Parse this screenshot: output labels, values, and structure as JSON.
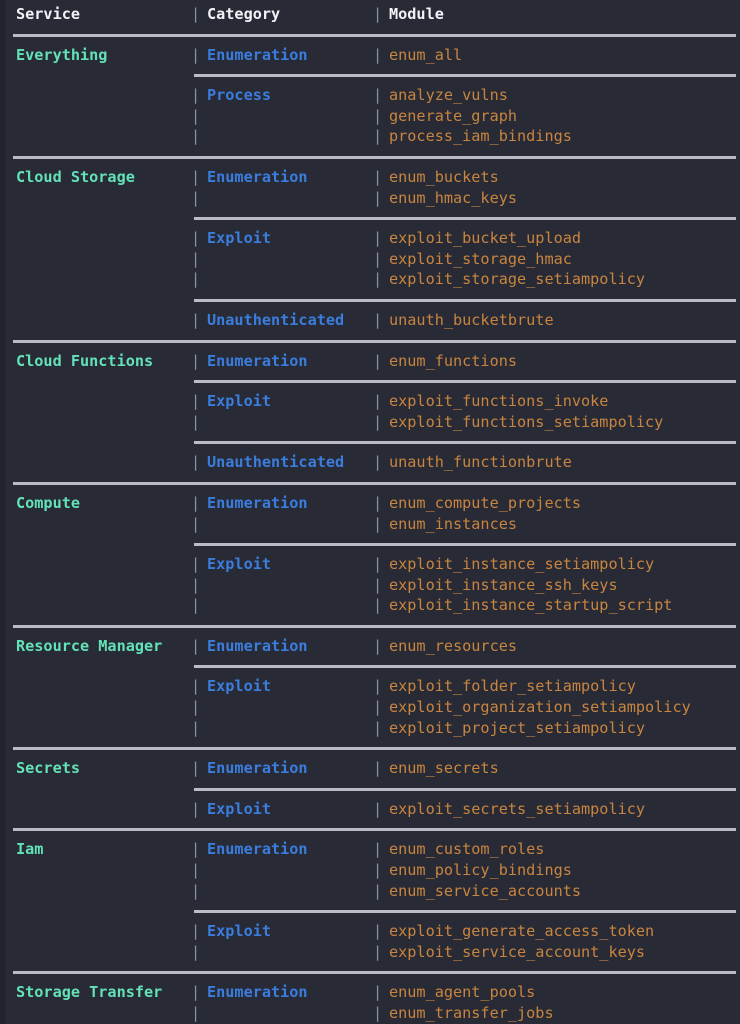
{
  "table": {
    "columns": [
      "Service",
      "Category",
      "Module"
    ],
    "column_separator_glyph": "|",
    "colors": {
      "background": "#282a36",
      "service": "#63e2b7",
      "category": "#3b7ddd",
      "module": "#c8853f",
      "header": "#f2f3f7",
      "separator": "#b9bcc7",
      "pipe": "#8b8fa3"
    },
    "services": [
      {
        "name": "Everything",
        "groups": [
          {
            "category": "Enumeration",
            "modules": [
              "enum_all"
            ]
          },
          {
            "category": "Process",
            "modules": [
              "analyze_vulns",
              "generate_graph",
              "process_iam_bindings"
            ]
          }
        ]
      },
      {
        "name": "Cloud Storage",
        "groups": [
          {
            "category": "Enumeration",
            "modules": [
              "enum_buckets",
              "enum_hmac_keys"
            ]
          },
          {
            "category": "Exploit",
            "modules": [
              "exploit_bucket_upload",
              "exploit_storage_hmac",
              "exploit_storage_setiampolicy"
            ]
          },
          {
            "category": "Unauthenticated",
            "modules": [
              "unauth_bucketbrute"
            ]
          }
        ]
      },
      {
        "name": "Cloud Functions",
        "groups": [
          {
            "category": "Enumeration",
            "modules": [
              "enum_functions"
            ]
          },
          {
            "category": "Exploit",
            "modules": [
              "exploit_functions_invoke",
              "exploit_functions_setiampolicy"
            ]
          },
          {
            "category": "Unauthenticated",
            "modules": [
              "unauth_functionbrute"
            ]
          }
        ]
      },
      {
        "name": "Compute",
        "groups": [
          {
            "category": "Enumeration",
            "modules": [
              "enum_compute_projects",
              "enum_instances"
            ]
          },
          {
            "category": "Exploit",
            "modules": [
              "exploit_instance_setiampolicy",
              "exploit_instance_ssh_keys",
              "exploit_instance_startup_script"
            ]
          }
        ]
      },
      {
        "name": "Resource Manager",
        "groups": [
          {
            "category": "Enumeration",
            "modules": [
              "enum_resources"
            ]
          },
          {
            "category": "Exploit",
            "modules": [
              "exploit_folder_setiampolicy",
              "exploit_organization_setiampolicy",
              "exploit_project_setiampolicy"
            ]
          }
        ]
      },
      {
        "name": "Secrets",
        "groups": [
          {
            "category": "Enumeration",
            "modules": [
              "enum_secrets"
            ]
          },
          {
            "category": "Exploit",
            "modules": [
              "exploit_secrets_setiampolicy"
            ]
          }
        ]
      },
      {
        "name": "Iam",
        "groups": [
          {
            "category": "Enumeration",
            "modules": [
              "enum_custom_roles",
              "enum_policy_bindings",
              "enum_service_accounts"
            ]
          },
          {
            "category": "Exploit",
            "modules": [
              "exploit_generate_access_token",
              "exploit_service_account_keys"
            ]
          }
        ]
      },
      {
        "name": "Storage Transfer",
        "groups": [
          {
            "category": "Enumeration",
            "modules": [
              "enum_agent_pools",
              "enum_transfer_jobs"
            ]
          }
        ]
      }
    ]
  }
}
